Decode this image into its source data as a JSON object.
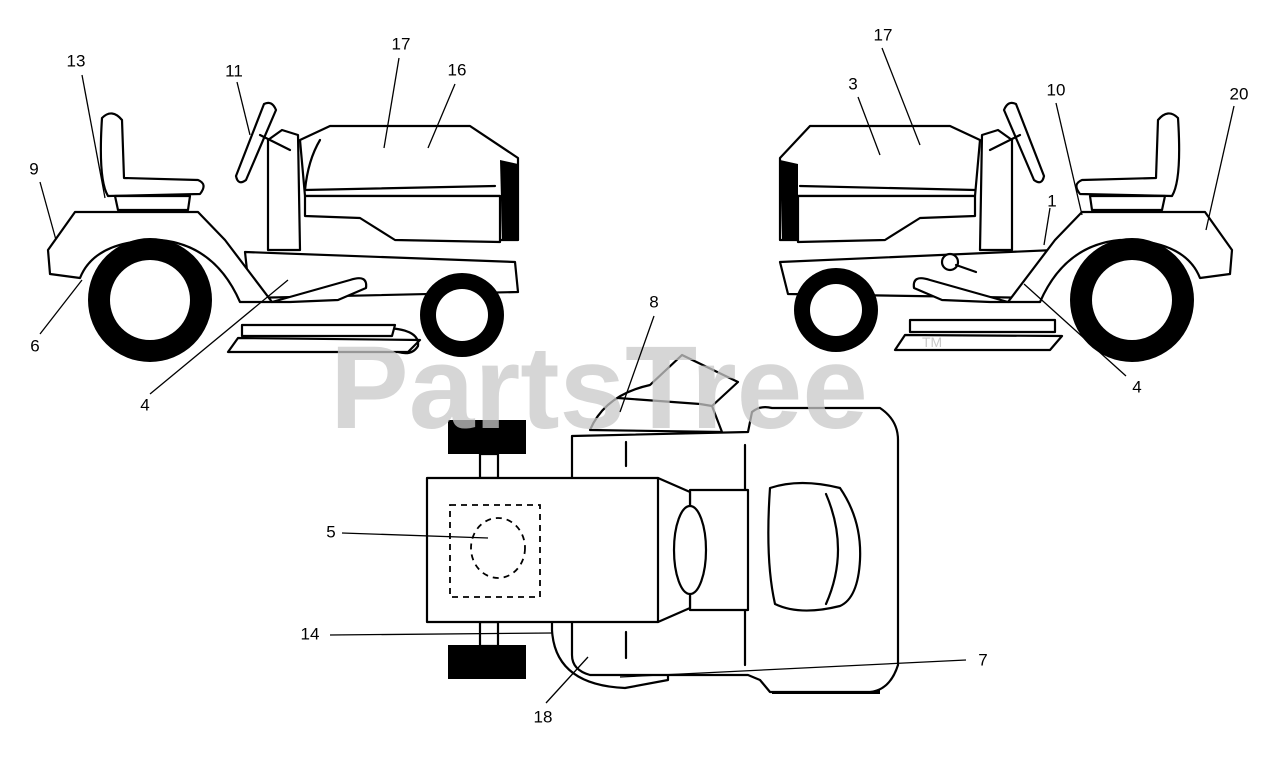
{
  "watermark": {
    "text": "PartsTree",
    "mark": "TM"
  },
  "callouts": {
    "c1": "13",
    "c2": "11",
    "c3": "17",
    "c4": "16",
    "c5": "9",
    "c6": "6",
    "c7": "4",
    "c8": "3",
    "c9": "17",
    "c10": "10",
    "c11": "20",
    "c12": "1",
    "c13": "4",
    "c14": "8",
    "c15": "5",
    "c16": "14",
    "c17": "7",
    "c18": "18"
  }
}
